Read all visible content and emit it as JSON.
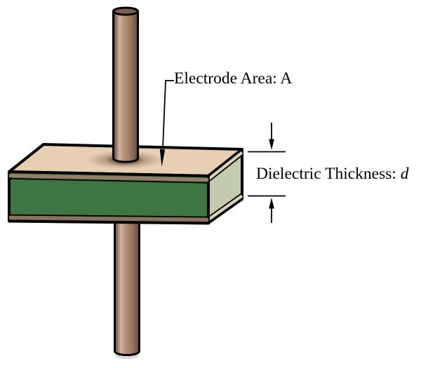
{
  "diagram": {
    "labels": {
      "electrode_area": "Electrode Area: A",
      "dielectric_thickness_prefix": "Dielectric Thickness: ",
      "dielectric_thickness_symbol": "d"
    },
    "colors": {
      "background": "#ffffff",
      "outline": "#000000",
      "electrode_top_face": "#e6cfb2",
      "dielectric_front_face": "#3d7642",
      "dielectric_side_face": "#c4caae",
      "electrode_edge_strip": "#9a7c6b",
      "electrode_edge_strip_dark": "#8d7162",
      "side_edge_strip": "#ddd3b8",
      "rod_highlight": "#cdb2a2",
      "rod_mid": "#a8866f",
      "rod_dark": "#5f4a3c",
      "rod_cap": "#7d5f4e"
    }
  }
}
